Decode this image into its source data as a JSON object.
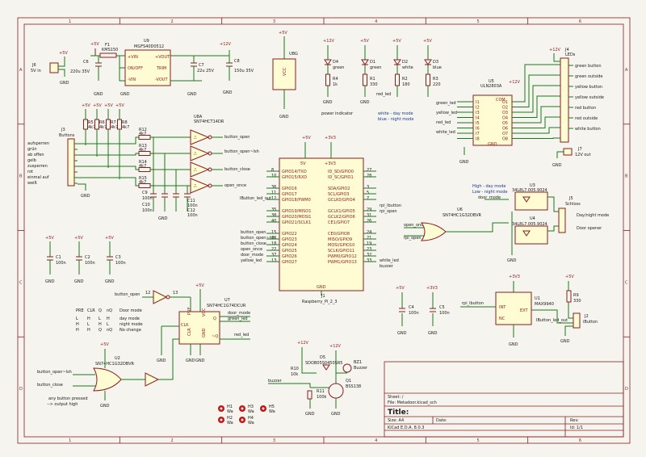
{
  "frame": {
    "cols": [
      "1",
      "2",
      "3",
      "4",
      "5",
      "6"
    ],
    "rows": [
      "A",
      "B",
      "C",
      "D"
    ]
  },
  "title_block": {
    "sheet": "Sheet: /",
    "file": "File: Metadoor.kicad_sch",
    "title": "Title:",
    "size": "Size: A4",
    "date": "Date:",
    "rev": "Rev:",
    "kicad": "KiCad E.D.A. 8.0.3",
    "id": "Id: 1/1"
  },
  "j6": {
    "ref": "J6",
    "val": "5V in"
  },
  "f1": {
    "ref": "F1",
    "val": "KMS150"
  },
  "u9": {
    "ref": "U9",
    "val": "MGFS40D0512",
    "pins": [
      "+VIN",
      "ON/OFF",
      "-VIN",
      "+VOUT",
      "TRIM",
      "-VOUT"
    ]
  },
  "c6": {
    "ref": "C6",
    "val": "220u 35V"
  },
  "c7": {
    "ref": "C7",
    "val": "22u 25V"
  },
  "c8": {
    "ref": "C8",
    "val": "150u 35V"
  },
  "ubg": {
    "ref": "UBG",
    "pin": "VCC"
  },
  "leds": [
    {
      "ref": "D4",
      "val": "green"
    },
    {
      "ref": "D1",
      "val": "green"
    },
    {
      "ref": "D2",
      "val": "white"
    },
    {
      "ref": "D3",
      "val": "blue"
    }
  ],
  "led_res": [
    {
      "ref": "R4",
      "val": "1k"
    },
    {
      "ref": "R1",
      "val": "330"
    },
    {
      "ref": "R2",
      "val": "180"
    },
    {
      "ref": "R3",
      "val": "220"
    }
  ],
  "power_indicator": "power indicator",
  "red_led": "red_led",
  "mode_note": [
    "white - day mode",
    "blue - night mode"
  ],
  "u5": {
    "ref": "U5",
    "val": "ULN2803A",
    "com": "COM",
    "in": [
      "I1",
      "I2",
      "I3",
      "I4",
      "I5",
      "I6",
      "I7",
      "I8"
    ],
    "out": [
      "O1",
      "O2",
      "O3",
      "O4",
      "O5",
      "O6",
      "O7",
      "O8"
    ],
    "gnd": "GND"
  },
  "u5_nets": [
    "green_led",
    "yellow_led",
    "red_led",
    "white_led"
  ],
  "j4": {
    "ref": "J4",
    "val": "LEDs",
    "labels": [
      "green button",
      "green outside",
      "yellow button",
      "yellow outside",
      "red button",
      "red outside",
      "white button"
    ]
  },
  "j7": {
    "ref": "J7",
    "val": "12V out"
  },
  "j3": {
    "ref": "J3",
    "val": "Buttons",
    "labels": [
      "aufsperren",
      "grün",
      "ab offen",
      "gelb",
      "zusperren",
      "rot",
      "einmal auf",
      "weiß"
    ]
  },
  "pullups": [
    {
      "ref": "R5",
      "val": "4k7"
    },
    {
      "ref": "R6",
      "val": "4k7"
    },
    {
      "ref": "R7",
      "val": "4k7"
    },
    {
      "ref": "R8",
      "val": "4k7"
    }
  ],
  "series_r": [
    {
      "ref": "R12",
      "val": "4k7"
    },
    {
      "ref": "R13",
      "val": "4k7"
    },
    {
      "ref": "R14",
      "val": "4k7"
    },
    {
      "ref": "R15",
      "val": "4k7"
    }
  ],
  "u8": {
    "ref": "U8A",
    "val": "SN74HCT14DR"
  },
  "u8_out": [
    "button_open",
    "button_open~lsh",
    "button_close",
    "open_once"
  ],
  "caps_bt": [
    {
      "ref": "C9",
      "val": "100n"
    },
    {
      "ref": "C10",
      "val": "100n"
    },
    {
      "ref": "C11",
      "val": "100n"
    },
    {
      "ref": "C12",
      "val": "100n"
    }
  ],
  "rpi": {
    "ref": "J1",
    "val": "Raspberry_Pi_2_3",
    "left": [
      "GPIO14/TXD",
      "GPIO15/RXD",
      "GPIO16",
      "GPIO17",
      "GPIO18/PWM0",
      "GPIO19/MISO1",
      "GPIO20/MOSI1",
      "GPIO21/SCLK1",
      "GPIO22",
      "GPIO23",
      "GPIO24",
      "GPIO25",
      "GPIO26",
      "GPIO27"
    ],
    "left_nums": [
      "8",
      "10",
      "36",
      "11",
      "12",
      "35",
      "38",
      "40",
      "15",
      "16",
      "18",
      "22",
      "37",
      "13"
    ],
    "right": [
      "ID_SD/GPIO0",
      "ID_SC/GPIO1",
      "SDA/GPIO2",
      "SCL/GPIO3",
      "GCLK0/GPIO4",
      "GCLK1/GPIO5",
      "GCLK2/GPIO6",
      "CE1/GPIO7",
      "CE0/GPIO8",
      "MISO/GPIO9",
      "MOSI/GPIO10",
      "SCLK/GPIO11",
      "PWM0/GPIO12",
      "PWM1/GPIO13"
    ],
    "right_nums": [
      "27",
      "28",
      "3",
      "5",
      "7",
      "29",
      "31",
      "26",
      "24",
      "21",
      "19",
      "23",
      "32",
      "33"
    ],
    "top": [
      "5V",
      "+3V3"
    ],
    "gnd": "GND"
  },
  "rpi_left_nets": [
    "IButton_led_out",
    "button_open",
    "button_open~lsh",
    "button_close",
    "open_once",
    "door_mode",
    "yellow_led"
  ],
  "rpi_right_nets": [
    "rpi_lbutton",
    "rpi_open",
    "white_led",
    "buzzer"
  ],
  "caps_bottom": [
    {
      "ref": "C1",
      "val": "100n"
    },
    {
      "ref": "C2",
      "val": "100n"
    },
    {
      "ref": "C3",
      "val": "100n"
    }
  ],
  "u3": {
    "ref": "U3",
    "val": "34L8L7.005.9024"
  },
  "u4": {
    "ref": "U4",
    "val": "34L8L7.005.9024"
  },
  "u6": {
    "ref": "U6",
    "val": "SN74HC1G32DBVR"
  },
  "relay_notes": [
    "High - day mode",
    "Low - night mode"
  ],
  "j5": {
    "ref": "J5",
    "val": "Schloss",
    "labels": [
      "Day/night mode",
      "Door opener"
    ]
  },
  "relay_nets": [
    "door_mode",
    "open_once",
    "rpi_open"
  ],
  "u7": {
    "ref": "U7",
    "val": "SN74HC1G74DCUR",
    "pins": [
      "PRE",
      "CLK",
      "CLR",
      "VCC",
      "GND",
      "Q",
      "~Q"
    ]
  },
  "u7_nets": [
    "button_open",
    "door_mode",
    "green_led",
    "red_led"
  ],
  "u7_inv": {
    "pins": [
      "12",
      "13"
    ]
  },
  "truth_table": {
    "header": [
      "PRE",
      "CLR",
      "Q",
      "nQ",
      "Door mode"
    ],
    "rows": [
      [
        "L",
        "H",
        "L",
        "H",
        "day mode"
      ],
      [
        "H",
        "L",
        "H",
        "L",
        "night mode"
      ],
      [
        "H",
        "H",
        "Q",
        "nQ",
        "No change"
      ]
    ]
  },
  "u2": {
    "ref": "U2",
    "val": "SN74HC1G32DBVR"
  },
  "u2_nets": [
    "button_open~lsh",
    "button_close"
  ],
  "u2_note": [
    "any button pressed",
    "--> output high"
  ],
  "c4": {
    "ref": "C4",
    "val": "100n"
  },
  "c5": {
    "ref": "C5",
    "val": "100n"
  },
  "u1": {
    "ref": "U1",
    "val": "MAX9940",
    "pins": [
      "INT",
      "EXT",
      "NC"
    ],
    "net": "rpi_lbutton"
  },
  "r9": {
    "ref": "R9",
    "val": "330"
  },
  "j2": {
    "ref": "J2",
    "val": "iButton",
    "net": "IButton_led_out"
  },
  "d5": {
    "ref": "D5",
    "val": "SDOB05S0450SR5"
  },
  "bz1": {
    "ref": "BZ1",
    "val": "Buzzer"
  },
  "r10": {
    "ref": "R10",
    "val": "10k"
  },
  "r11": {
    "ref": "R11",
    "val": "100k"
  },
  "q1": {
    "ref": "Q1",
    "val": "BSS138"
  },
  "buzzer_net": "buzzer",
  "holes": [
    {
      "ref": "H1",
      "val": "Wa"
    },
    {
      "ref": "H3",
      "val": "Wa"
    },
    {
      "ref": "H5",
      "val": "Wa"
    },
    {
      "ref": "H2",
      "val": "Wa"
    },
    {
      "ref": "H4",
      "val": "Wa"
    }
  ],
  "power": {
    "p5v": "+5V",
    "p12v": "+12V",
    "p3v3": "+3V3",
    "gnd": "GND"
  }
}
